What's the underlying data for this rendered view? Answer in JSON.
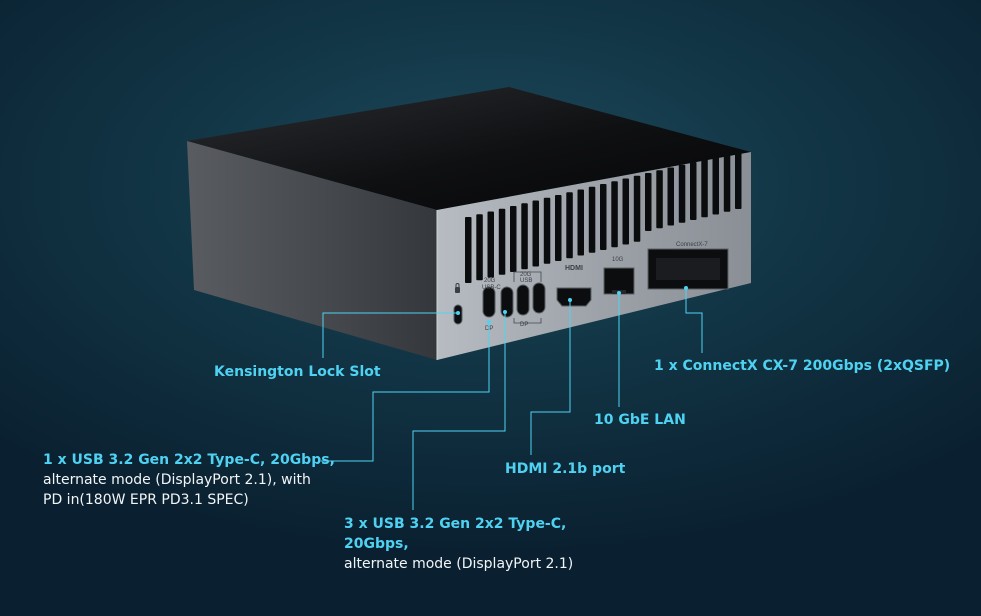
{
  "device": {
    "panel_labels": {
      "usb4": "20G",
      "usb_c": "USB-C",
      "usb_group": "20G",
      "usb": "USB",
      "dp_left": "DP",
      "dp_right": "DP",
      "hdmi": "HDMI",
      "lan": "10G",
      "connectx": "ConnectX-7"
    }
  },
  "callouts": {
    "kensington": "Kensington Lock Slot",
    "connectx": "1 x ConnectX CX-7 200Gbps (2xQSFP)",
    "lan": "10 GbE LAN",
    "hdmi": "HDMI 2.1b port",
    "usb_single": {
      "line1": "1 x USB 3.2 Gen 2x2 Type-C, 20Gbps,",
      "line2": "alternate mode (DisplayPort 2.1), with",
      "line3": "PD in(180W EPR PD3.1 SPEC)"
    },
    "usb_triple": {
      "line1": "3 x USB 3.2 Gen 2x2 Type-C,",
      "line2": "20Gbps,",
      "line3": "alternate mode (DisplayPort 2.1)"
    }
  },
  "colors": {
    "accent": "#4fd2f2",
    "background": "#123646"
  }
}
